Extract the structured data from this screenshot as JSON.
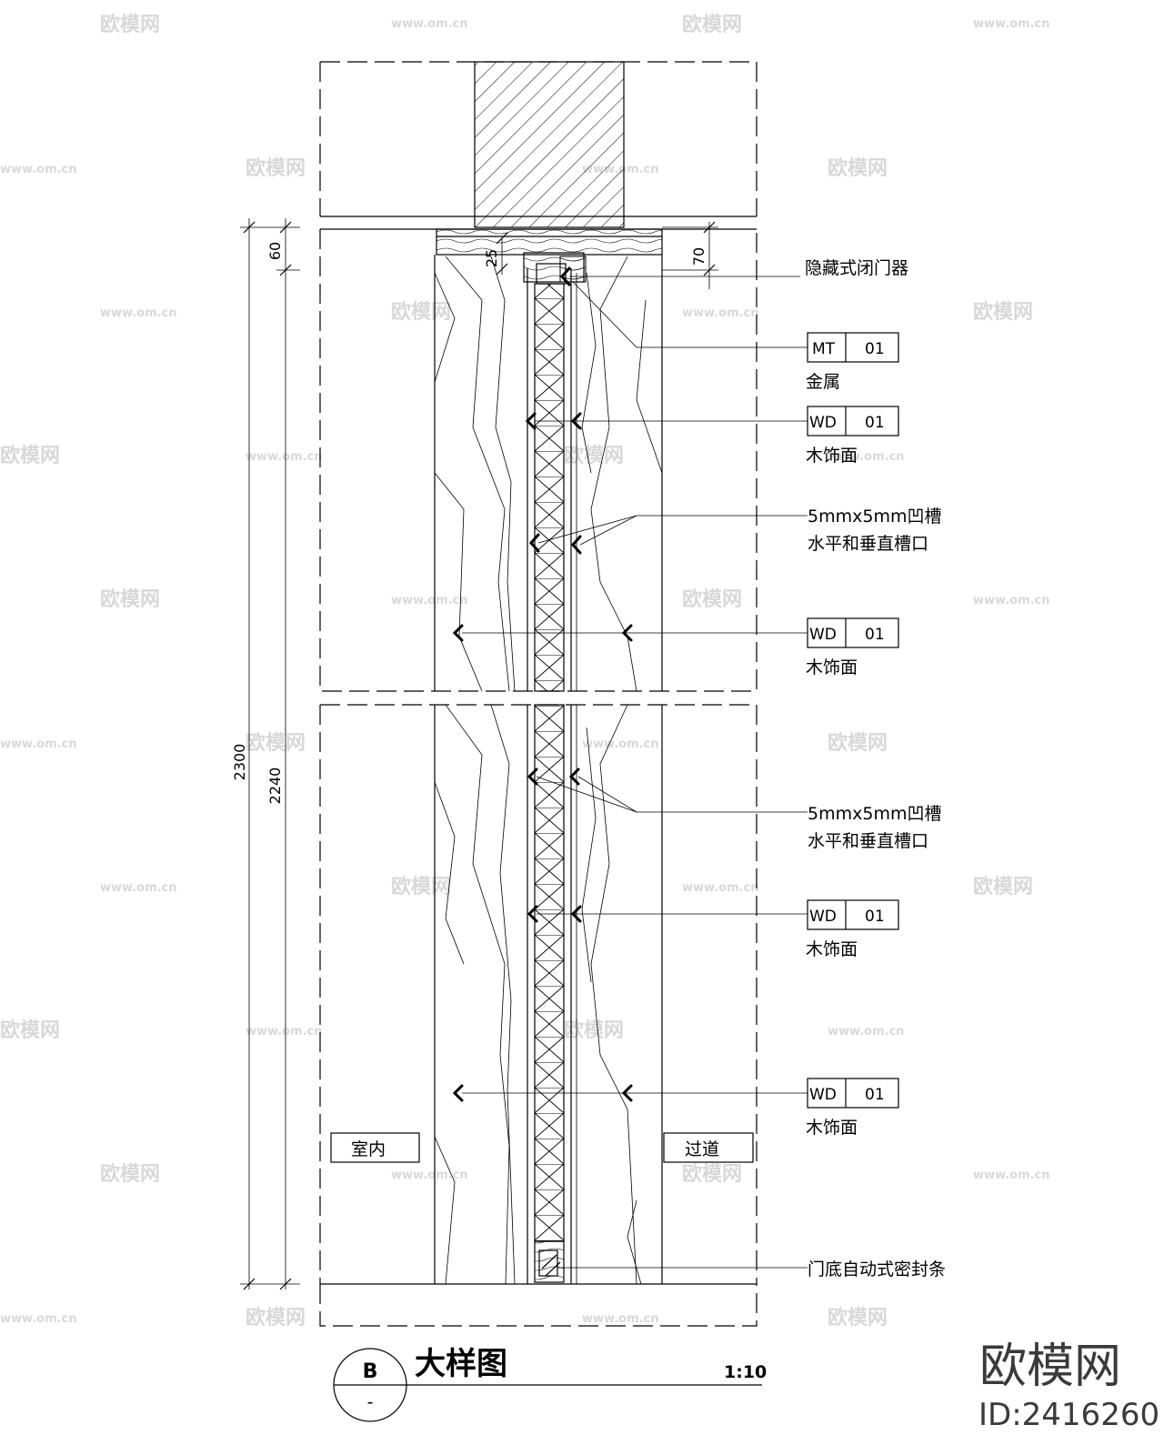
{
  "annotations": {
    "closer": "隐藏式闭门器",
    "mt_code": "MT",
    "mt_num": "01",
    "mt_desc": "金属",
    "wd_code": "WD",
    "wd_num": "01",
    "wd_desc": "木饰面",
    "groove_line1": "5mmx5mm凹槽",
    "groove_line2": "水平和垂直槽口",
    "seal": "门底自动式密封条"
  },
  "rooms": {
    "indoor": "室内",
    "corridor": "过道"
  },
  "dimensions": {
    "total": "2300",
    "door": "2240",
    "top_gap": "60",
    "small": "25",
    "head": "70"
  },
  "title_block": {
    "letter": "B",
    "sheet": "-",
    "title": "大样图",
    "scale": "1:10"
  },
  "watermark": {
    "brand": "欧模网",
    "url": "www.om.cn",
    "id": "ID:2416260"
  },
  "colors": {
    "line": "#000000",
    "watermark": "#d8d8d8",
    "brand": "#3a3a3a"
  }
}
